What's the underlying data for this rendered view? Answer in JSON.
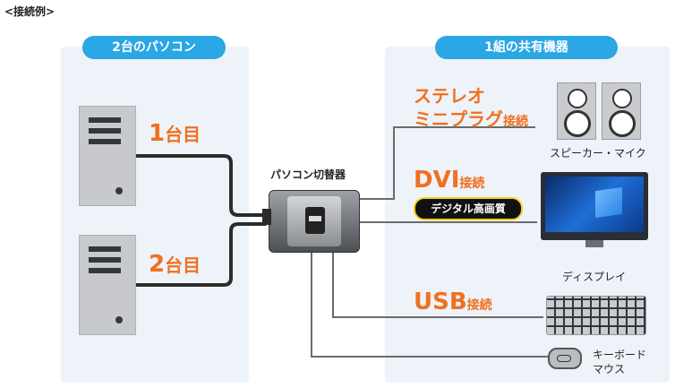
{
  "header": {
    "title": "<接続例>"
  },
  "left_panel": {
    "title": "2台のパソコン",
    "pc1_label_num": "1",
    "pc1_label_unit": "台目",
    "pc2_label_num": "2",
    "pc2_label_unit": "台目"
  },
  "switcher": {
    "label": "パソコン切替器"
  },
  "right_panel": {
    "title": "1組の共有機器",
    "audio": {
      "line1": "ステレオ",
      "line2": "ミニプラグ",
      "suffix": "接続",
      "device": "スピーカー・マイク"
    },
    "dvi": {
      "main": "DVI",
      "suffix": "接続",
      "badge": "デジタル高画質",
      "device": "ディスプレイ"
    },
    "usb": {
      "main": "USB",
      "suffix": "接続",
      "device_line1": "キーボード",
      "device_line2": "マウス"
    }
  },
  "colors": {
    "accent_blue": "#2aa7e4",
    "accent_orange": "#f07020",
    "panel_bg": "#eef3f9"
  }
}
